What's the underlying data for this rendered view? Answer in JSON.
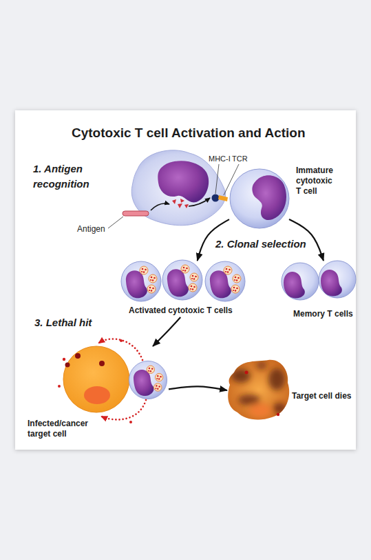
{
  "diagram": {
    "title": "Cytotoxic T cell Activation and Action",
    "nodes": [
      {
        "text": [
          "Immature cytotoxic T cell"
        ]
      },
      {
        "text": [
          "Activated cytotoxic T cells"
        ]
      },
      {
        "text": [
          "Memory T cells"
        ]
      },
      {
        "text": [
          "Infected/cancer target cell"
        ]
      },
      {
        "text": [
          "Target cell dies"
        ]
      }
    ],
    "edges": [
      {
        "from": 0,
        "to": 1,
        "arrow": "to"
      },
      {
        "from": 0,
        "to": 2,
        "arrow": "to"
      },
      {
        "from": 1,
        "to": 3,
        "arrow": "to"
      },
      {
        "from": 3,
        "to": 4,
        "arrow": "to"
      }
    ],
    "labels": [
      "1. Antigen recognition",
      "MHC-I",
      "TCR",
      "Antigen",
      "2. Clonal selection",
      "3. Lethal hit"
    ]
  }
}
